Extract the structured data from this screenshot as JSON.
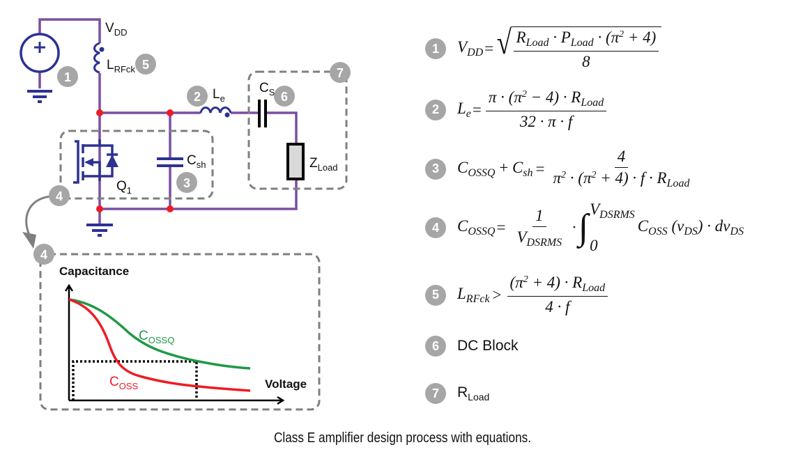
{
  "caption": "Class E amplifier design process with equations.",
  "colors": {
    "wire": "#7b4fa0",
    "component": "#2e3192",
    "node": "#ed1c24",
    "badge": "#a6a6a6",
    "dashed_box": "#7f7f7f",
    "cossq_curve": "#1e9a46",
    "coss_curve": "#ed1c24",
    "load_fill": "#d9d9d9"
  },
  "circuit": {
    "vdd": {
      "main": "V",
      "sub": "DD"
    },
    "lrfck": {
      "main": "L",
      "sub": "RFck"
    },
    "le": {
      "main": "L",
      "sub": "e"
    },
    "cs": {
      "main": "C",
      "sub": "S"
    },
    "csh": {
      "main": "C",
      "sub": "sh"
    },
    "q1": {
      "main": "Q",
      "sub": "1"
    },
    "zload": {
      "main": "Z",
      "sub": "Load"
    },
    "badges": {
      "source": "1",
      "le": "2",
      "csh": "3",
      "q1": "4",
      "lrfck": "5",
      "cs": "6",
      "load": "7",
      "inset": "4"
    }
  },
  "inset_chart": {
    "ylabel": "Capacitance",
    "xlabel": "Voltage",
    "series": [
      {
        "name_main": "C",
        "name_sub": "OSSQ",
        "color": "#1e9a46"
      },
      {
        "name_main": "C",
        "name_sub": "OSS",
        "color": "#ed1c24"
      }
    ]
  },
  "equations": [
    {
      "badge": "1",
      "lhs_main": "V",
      "lhs_sub": "DD",
      "relation": "=",
      "num": "R_Load · P_Load · (π² + 4)",
      "den": "8",
      "sqrt": true
    },
    {
      "badge": "2",
      "lhs_main": "L",
      "lhs_sub": "e",
      "relation": "=",
      "num": "π · (π² − 4) · R_Load",
      "den": "32 · π · f"
    },
    {
      "badge": "3",
      "lhs": "C_OSSQ + C_sh",
      "relation": "=",
      "num": "4",
      "den": "π² · (π² + 4) · f · R_Load"
    },
    {
      "badge": "4",
      "lhs": "C_OSSQ",
      "relation": "=",
      "num": "1",
      "den": "V_DSRMS",
      "integral_upper": "V_DSRMS",
      "integral_lower": "0",
      "integrand": "C_OSS(v_DS) · dv_DS"
    },
    {
      "badge": "5",
      "lhs_main": "L",
      "lhs_sub": "RFck",
      "relation": ">",
      "num": "(π² + 4) · R_Load",
      "den": "4 · f"
    },
    {
      "badge": "6",
      "text": "DC Block"
    },
    {
      "badge": "7",
      "text_main": "R",
      "text_sub": "Load"
    }
  ]
}
